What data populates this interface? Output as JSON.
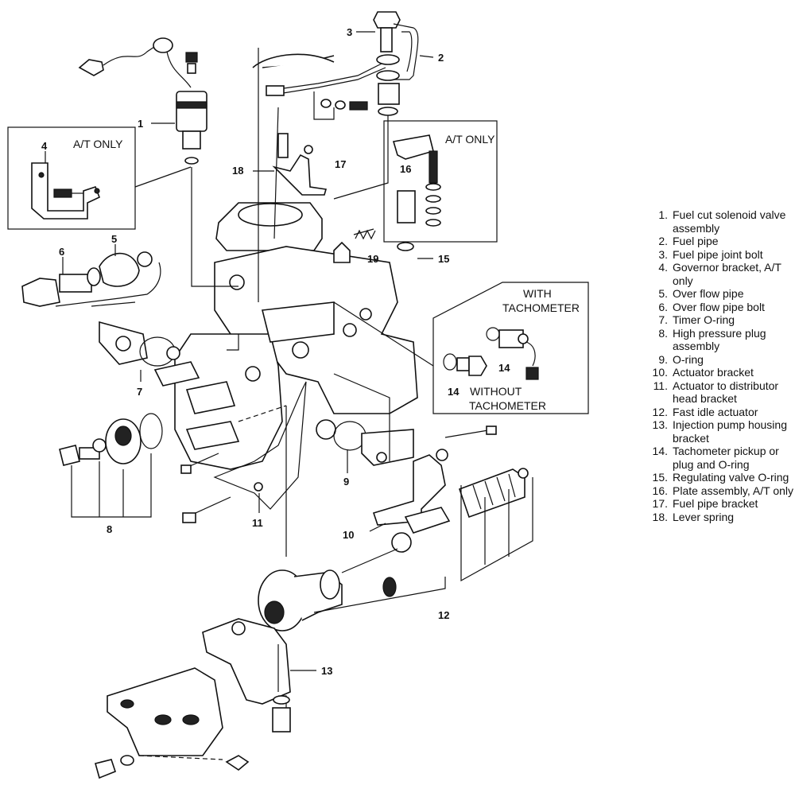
{
  "diagram": {
    "callouts": {
      "c1": "1",
      "c2": "2",
      "c3": "3",
      "c4": "4",
      "c5": "5",
      "c6": "6",
      "c7": "7",
      "c8": "8",
      "c9": "9",
      "c10": "10",
      "c11": "11",
      "c12": "12",
      "c13": "13",
      "c14a": "14",
      "c14b": "14",
      "c15": "15",
      "c16": "16",
      "c17": "17",
      "c18": "18",
      "c19": "19"
    },
    "labels": {
      "at_only_left": "A/T ONLY",
      "at_only_right": "A/T ONLY",
      "with_tach_1": "WITH",
      "with_tach_2": "TACHOMETER",
      "without_tach_1": "WITHOUT",
      "without_tach_2": "TACHOMETER"
    }
  },
  "legend": [
    {
      "num": "1.",
      "text": "Fuel cut solenoid valve assembly"
    },
    {
      "num": "2.",
      "text": "Fuel pipe"
    },
    {
      "num": "3.",
      "text": "Fuel pipe joint bolt"
    },
    {
      "num": "4.",
      "text": "Governor bracket, A/T only"
    },
    {
      "num": "5.",
      "text": "Over flow pipe"
    },
    {
      "num": "6.",
      "text": "Over flow pipe bolt"
    },
    {
      "num": "7.",
      "text": "Timer O-ring"
    },
    {
      "num": "8.",
      "text": "High pressure plug assembly"
    },
    {
      "num": "9.",
      "text": "O-ring"
    },
    {
      "num": "10.",
      "text": "Actuator bracket"
    },
    {
      "num": "11.",
      "text": "Actuator to distributor head bracket"
    },
    {
      "num": "12.",
      "text": "Fast idle actuator"
    },
    {
      "num": "13.",
      "text": "Injection pump housing bracket"
    },
    {
      "num": "14.",
      "text": "Tachometer pickup or plug and O-ring"
    },
    {
      "num": "15.",
      "text": "Regulating valve O-ring"
    },
    {
      "num": "16.",
      "text": "Plate assembly, A/T only"
    },
    {
      "num": "17.",
      "text": "Fuel pipe bracket"
    },
    {
      "num": "18.",
      "text": "Lever spring"
    }
  ]
}
